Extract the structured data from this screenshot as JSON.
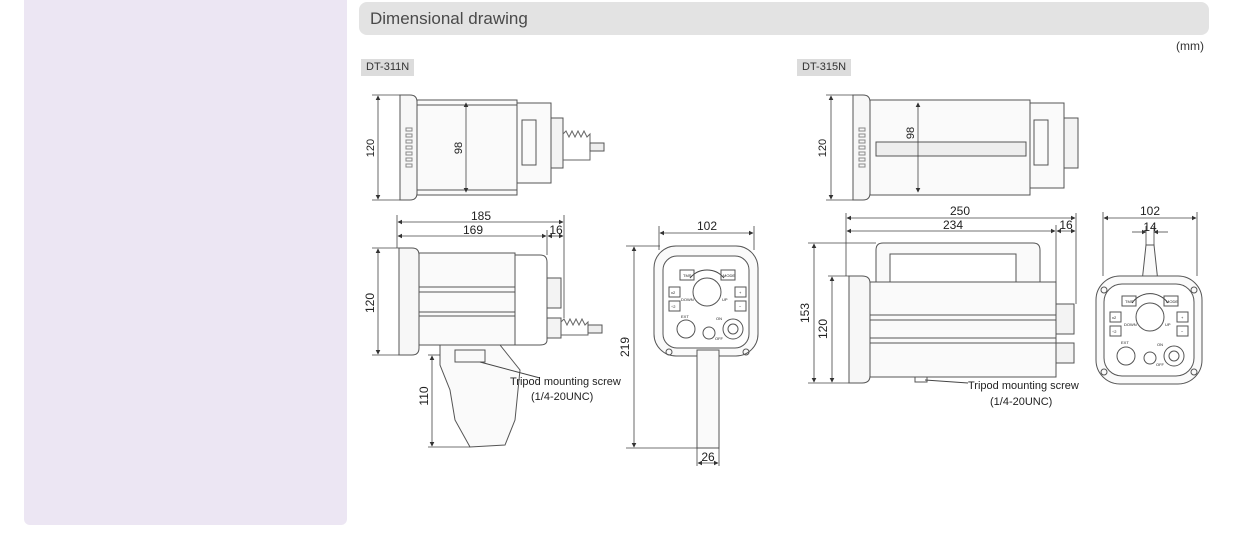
{
  "section": {
    "title": "Dimensional drawing",
    "unit": "(mm)"
  },
  "models": [
    {
      "name": "DT-311N"
    },
    {
      "name": "DT-315N"
    }
  ],
  "dt311n": {
    "dims": {
      "top_height": "120",
      "top_inner": "98",
      "overall_length": "185",
      "body_length": "169",
      "shaft": "16",
      "side_height": "120",
      "grip_height": "110",
      "front_width": "102",
      "total_height": "219",
      "grip_width": "26"
    },
    "tripod_label": "Tripod mounting screw",
    "tripod_spec": "(1/4-20UNC)"
  },
  "dt315n": {
    "dims": {
      "top_height": "120",
      "top_inner": "98",
      "overall_length": "250",
      "body_length": "234",
      "shaft": "16",
      "total_height": "153",
      "body_height": "120",
      "front_width": "102",
      "handle_width": "14"
    },
    "tripod_label": "Tripod mounting screw",
    "tripod_spec": "(1/4-20UNC)"
  },
  "panel": {
    "b1": "TMS",
    "b2": "MODE",
    "b3": "x2",
    "b4": "+",
    "b5": "÷2",
    "b6": "−",
    "knob_dn": "DOWN",
    "knob_up": "UP",
    "sw_on": "ON",
    "sw_off": "OFF",
    "ext": "EXT"
  }
}
